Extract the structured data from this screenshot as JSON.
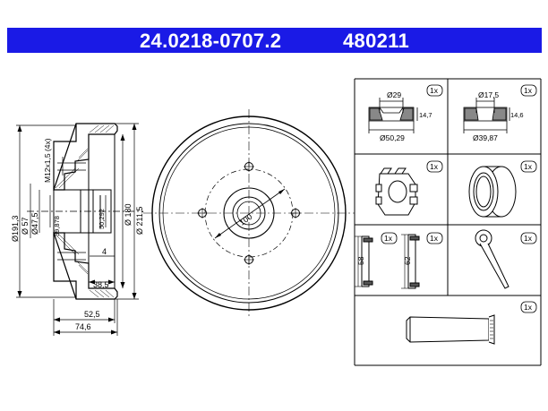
{
  "header": {
    "part_number": "24.0218-0707.2",
    "ref_number": "480211",
    "bg_color": "#1a1ae6"
  },
  "drum": {
    "dims": {
      "d191": "Ø191,3",
      "d57": "Ø 57",
      "d47": "Ø47,5",
      "d39": "39,878",
      "thread": "M12x1,5 (4x)",
      "d50": "50,292",
      "d180": "Ø 180",
      "d211": "Ø 211,5",
      "w4": "4",
      "w38": "38,5",
      "w52": "52,5",
      "w74": "74,6",
      "pcd": "100"
    }
  },
  "parts": {
    "qty": "1x",
    "ring1": {
      "top": "Ø29",
      "height": "14,7",
      "bottom": "Ø50,29"
    },
    "ring2": {
      "top": "Ø17,5",
      "height": "14,6",
      "bottom": "Ø39,87"
    },
    "seal1": {
      "height": "58"
    },
    "seal2": {
      "height": "62"
    }
  }
}
